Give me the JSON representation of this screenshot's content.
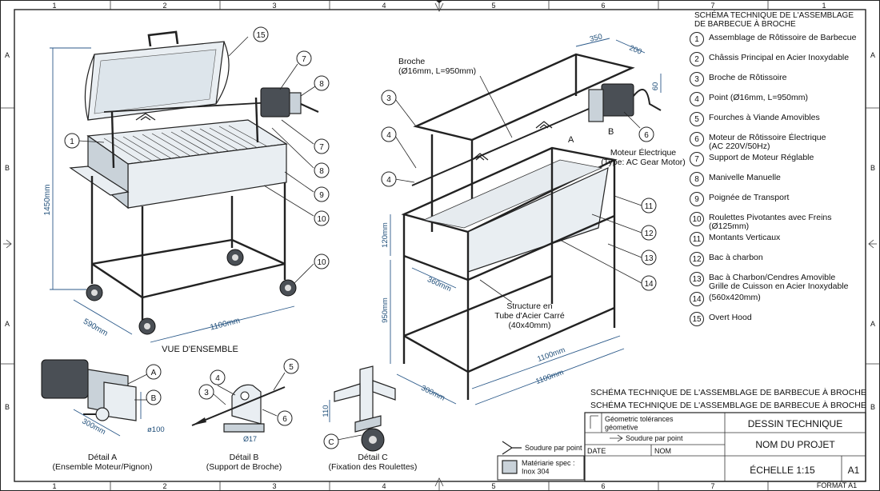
{
  "border": {
    "columns": [
      "1",
      "2",
      "3",
      "4",
      "5",
      "6",
      "7"
    ],
    "rows_left": [
      "A",
      "B",
      "A",
      "B"
    ],
    "rows_right": [
      "A",
      "B",
      "A",
      "B"
    ],
    "corner_mark": "1"
  },
  "legend": {
    "title": "SCHÉMA TECHNIQUE DE L'ASSEMBLAGE\nDE BARBECUE À BROCHE",
    "items": [
      {
        "num": "1",
        "label": "Assemblage de Rôtissoire de Barbecue"
      },
      {
        "num": "2",
        "label": "Châssis Principal en Acier Inoxydable"
      },
      {
        "num": "3",
        "label": "Broche de Rôtissoire"
      },
      {
        "num": "4",
        "label": "Point (Ø16mm, L=950mm)"
      },
      {
        "num": "5",
        "label": "Fourches à Viande Amovibles"
      },
      {
        "num": "6",
        "label": "Moteur de Rôtissoire Électrique\n(AC 220V/50Hz)"
      },
      {
        "num": "7",
        "label": "Support de Moteur Réglable"
      },
      {
        "num": "8",
        "label": "Manivelle Manuelle"
      },
      {
        "num": "9",
        "label": "Poignée de Transport"
      },
      {
        "num": "10",
        "label": "Roulettes Pivotantes avec Freins\n(Ø125mm)"
      },
      {
        "num": "11",
        "label": "Montants Verticaux"
      },
      {
        "num": "12",
        "label": "Bac à charbon"
      },
      {
        "num": "13",
        "label": "Bac à Charbon/Cendres Amovible\nGrille de Cuisson en Acier Inoxydable"
      },
      {
        "num": "14",
        "label": "(560x420mm)"
      },
      {
        "num": "15",
        "label": "Overt Hood"
      }
    ]
  },
  "left_view": {
    "callouts": [
      "15",
      "7",
      "8",
      "1",
      "7",
      "8",
      "9",
      "10",
      "10"
    ],
    "dim_height": "1450mm",
    "dim_depth": "590mm",
    "dim_width": "1100mm",
    "caption": "VUE D'ENSEMBLE"
  },
  "frame_view": {
    "broche_label": "Broche\n(Ø16mm, L=950mm)",
    "motor_label": "Moteur Électrique\n(Type: AC Gear Motor)",
    "structure_label": "Structure en\nTube d'Acier Carré\n(40x40mm)",
    "dim_350": "350",
    "dim_200": "200",
    "dim_60": "60",
    "dim_120": "120mm",
    "dim_360": "360mm",
    "dim_950": "950mm",
    "dim_300": "300mm",
    "dim_1100a": "1100mm",
    "dim_1100b": "1100mm",
    "mark_a": "A",
    "mark_b": "B",
    "callouts": [
      "3",
      "4",
      "4",
      "6",
      "11",
      "12",
      "13",
      "14"
    ]
  },
  "details": {
    "a": {
      "caption": "Détail A\n(Ensemble Moteur/Pignon)",
      "callouts": [
        "A",
        "B"
      ],
      "dim": "300mm",
      "dia": "ø100"
    },
    "b": {
      "caption": "Détail B\n(Support de Broche)",
      "callouts": [
        "4",
        "5",
        "3",
        "6"
      ],
      "dim": "Ø17"
    },
    "c": {
      "caption": "Détail C\n(Fixation des Roulettes)",
      "callouts": [
        "C"
      ],
      "dim": "110"
    }
  },
  "title_block": {
    "heading1": "SCHÉMA TECHNIQUE DE L'ASSEMBLAGE DE BARBECUE À BROCHE",
    "heading2": "SCHÉMA TECHNIQUE DE L'ASSEMBLAGE DE BARBECUE À BROCHE",
    "geo_tol": "Géometric tolérances\ngéometive",
    "soudure1": "Soudure par point",
    "soudure2": "Soudure par point",
    "date": "DATE",
    "nom": "NOM",
    "dessin": "DESSIN TECHNIQUE",
    "projet": "NOM DU PROJET",
    "materiaux": "Matériarie spec :\nInox 304",
    "echelle": "ÉCHELLE 1:15",
    "format_code": "A1",
    "format": "FORMAT A1"
  }
}
